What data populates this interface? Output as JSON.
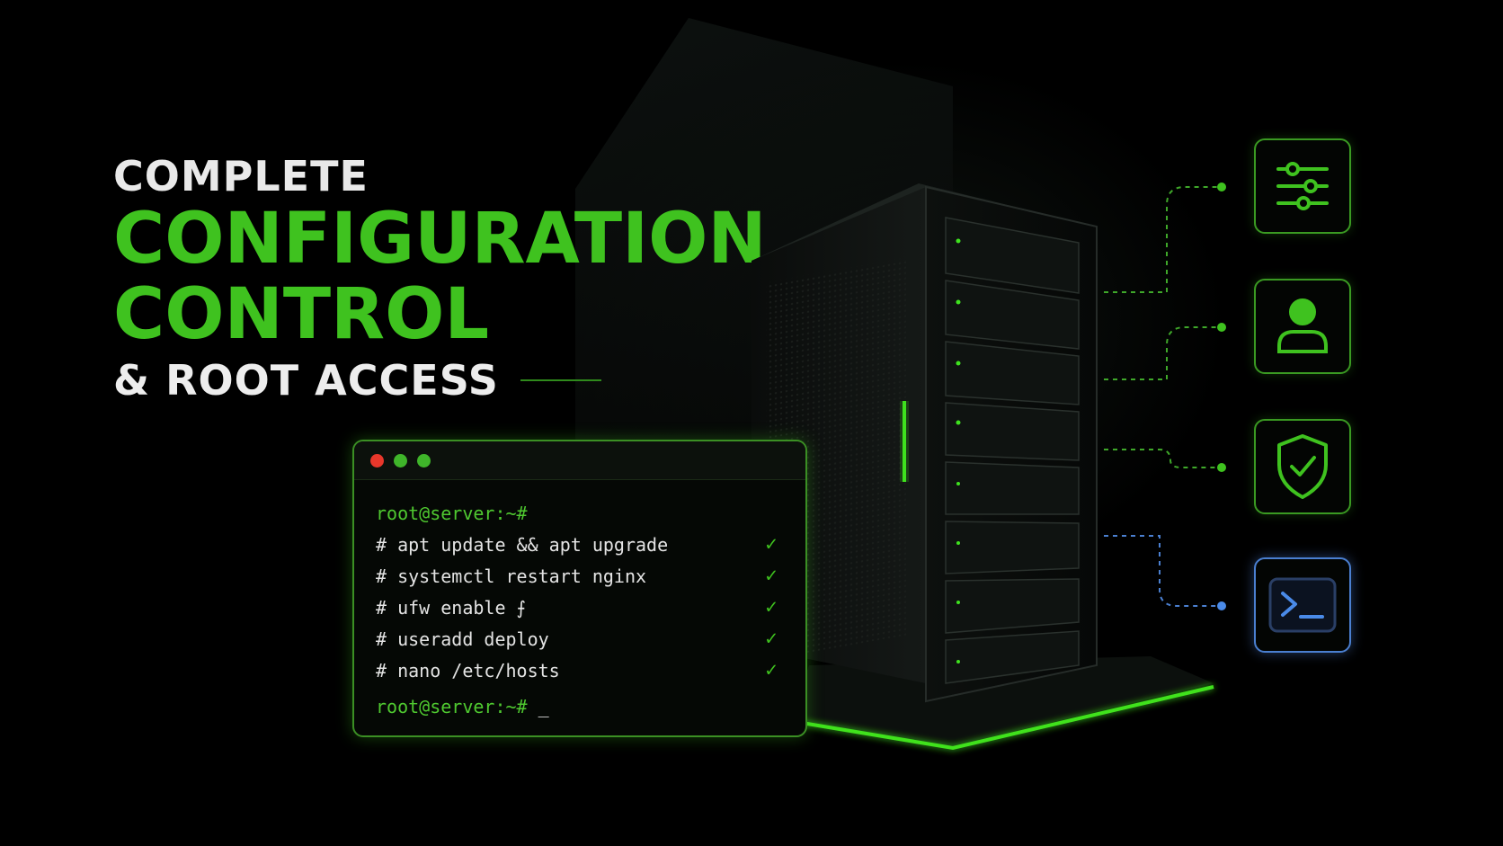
{
  "headline": {
    "line1": "COMPLETE",
    "line2": "CONFIGURATION",
    "line3": "CONTROL",
    "line4": "& ROOT ACCESS"
  },
  "terminal": {
    "prompt": "root@server:~#",
    "commands": [
      {
        "text": "# apt update && apt upgrade",
        "status": "✓"
      },
      {
        "text": "# systemctl restart nginx",
        "status": "✓"
      },
      {
        "text": "# ufw enable ⨍",
        "status": "✓"
      },
      {
        "text": "# useradd deploy",
        "status": "✓"
      },
      {
        "text": "# nano /etc/hosts",
        "status": "✓"
      }
    ],
    "final_prompt": "root@server:~#",
    "cursor": "_",
    "window_dots": [
      "#e8372b",
      "#3fb52a",
      "#3fb52a"
    ]
  },
  "icons": [
    {
      "name": "sliders-icon",
      "color": "#3fc21f"
    },
    {
      "name": "user-icon",
      "color": "#3fc21f"
    },
    {
      "name": "shield-check-icon",
      "color": "#3fc21f"
    },
    {
      "name": "terminal-prompt-icon",
      "color": "#4a8ae8"
    }
  ],
  "colors": {
    "accent_green": "#3fc21f",
    "accent_blue": "#4a8ae8",
    "background": "#000000"
  }
}
